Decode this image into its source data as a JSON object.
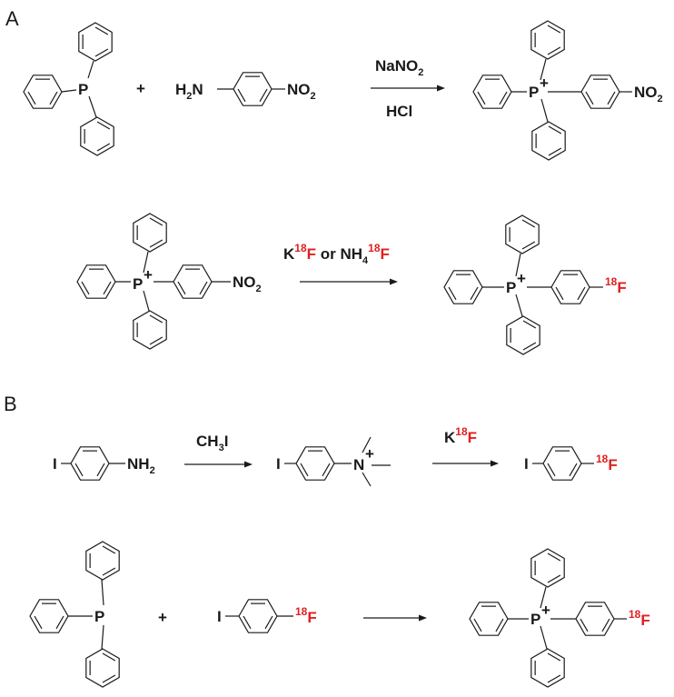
{
  "panels": {
    "a": "A",
    "b": "B"
  },
  "atoms": {
    "P": "P",
    "plus_charge": "+",
    "N": "N",
    "I": "I",
    "F": "F",
    "H2": "H",
    "NO2": "NO"
  },
  "subscripts": {
    "two": "2",
    "four": "4",
    "three": "3"
  },
  "plus_sign": "+",
  "isotope": "18",
  "reagents": {
    "nano2": "NaNO",
    "hcl": "HCl",
    "k": "K",
    "or_nh": " or NH",
    "ch3i_ch": "CH",
    "ch3i_i": "I"
  },
  "colors": {
    "isotope_red": "#e02020",
    "ink": "#1a1a1a"
  }
}
